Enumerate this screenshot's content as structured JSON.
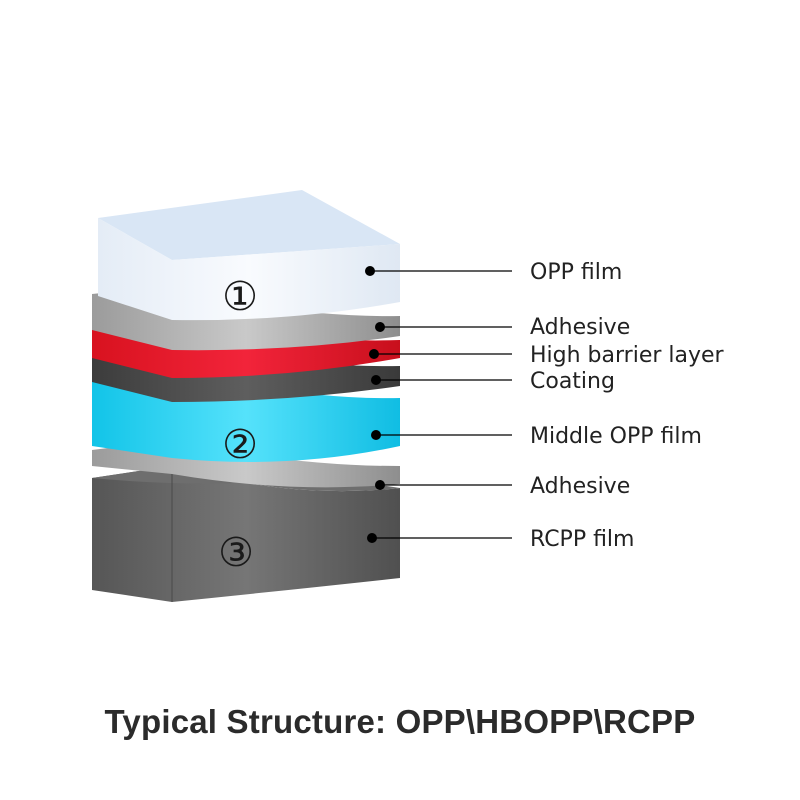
{
  "diagram": {
    "caption": "Typical Structure: OPP\\HBOPP\\RCPP",
    "layers": [
      {
        "id": "opp",
        "number": "①",
        "label": "OPP film",
        "color": "#eef4fb"
      },
      {
        "id": "adhesive1",
        "number": "",
        "label": "Adhesive",
        "color": "#a9a9a9"
      },
      {
        "id": "barrier",
        "number": "",
        "label": "High barrier layer",
        "color": "#e3192b"
      },
      {
        "id": "coating",
        "number": "",
        "label": "Coating",
        "color": "#4d4d4d"
      },
      {
        "id": "middle-opp",
        "number": "②",
        "label": "Middle OPP film",
        "color": "#1ed0f0"
      },
      {
        "id": "adhesive2",
        "number": "",
        "label": "Adhesive",
        "color": "#a9a9a9"
      },
      {
        "id": "rcpp",
        "number": "③",
        "label": "RCPP film",
        "color": "#606060"
      }
    ]
  }
}
